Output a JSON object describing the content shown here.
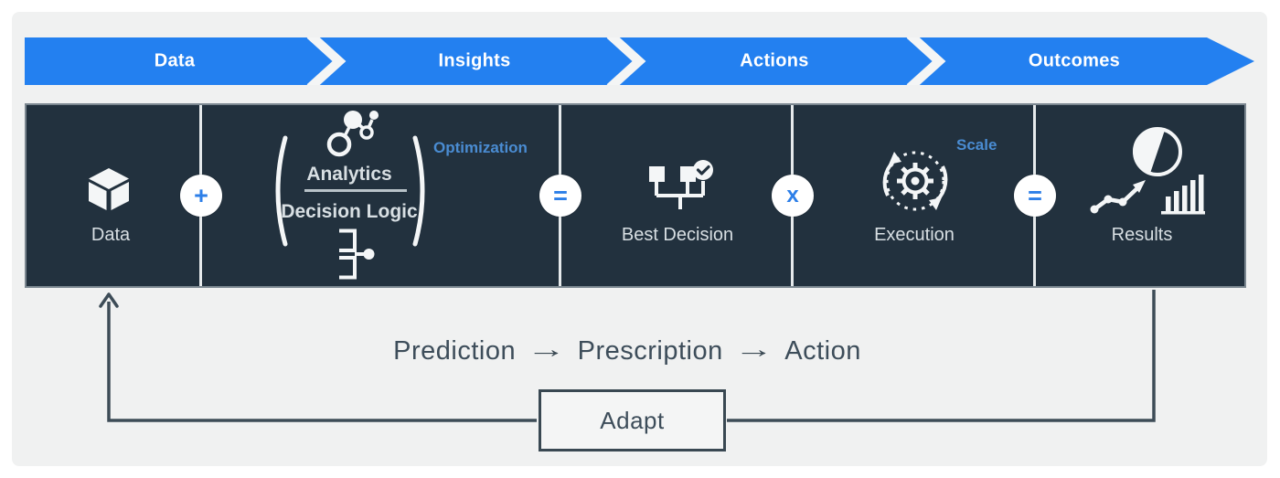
{
  "banner": {
    "stages": [
      "Data",
      "Insights",
      "Actions",
      "Outcomes"
    ]
  },
  "equation": {
    "data_label": "Data",
    "operators": [
      "+",
      "=",
      "x",
      "="
    ],
    "analytics": {
      "numerator": "Analytics",
      "denominator": "Decision Logic",
      "exponent": "Optimization"
    },
    "best_decision_label": "Best Decision",
    "execution": {
      "label": "Execution",
      "exponent": "Scale"
    },
    "results_label": "Results"
  },
  "flow": {
    "steps": [
      "Prediction",
      "Prescription",
      "Action"
    ],
    "arrow": "→"
  },
  "feedback": {
    "adapt": "Adapt"
  },
  "colors": {
    "banner_blue": "#2380f0",
    "panel_dark": "#22313e",
    "accent_text_blue": "#4a8cd2",
    "operator_blue": "#2d7fe8",
    "loop_line": "#3d4c57"
  }
}
